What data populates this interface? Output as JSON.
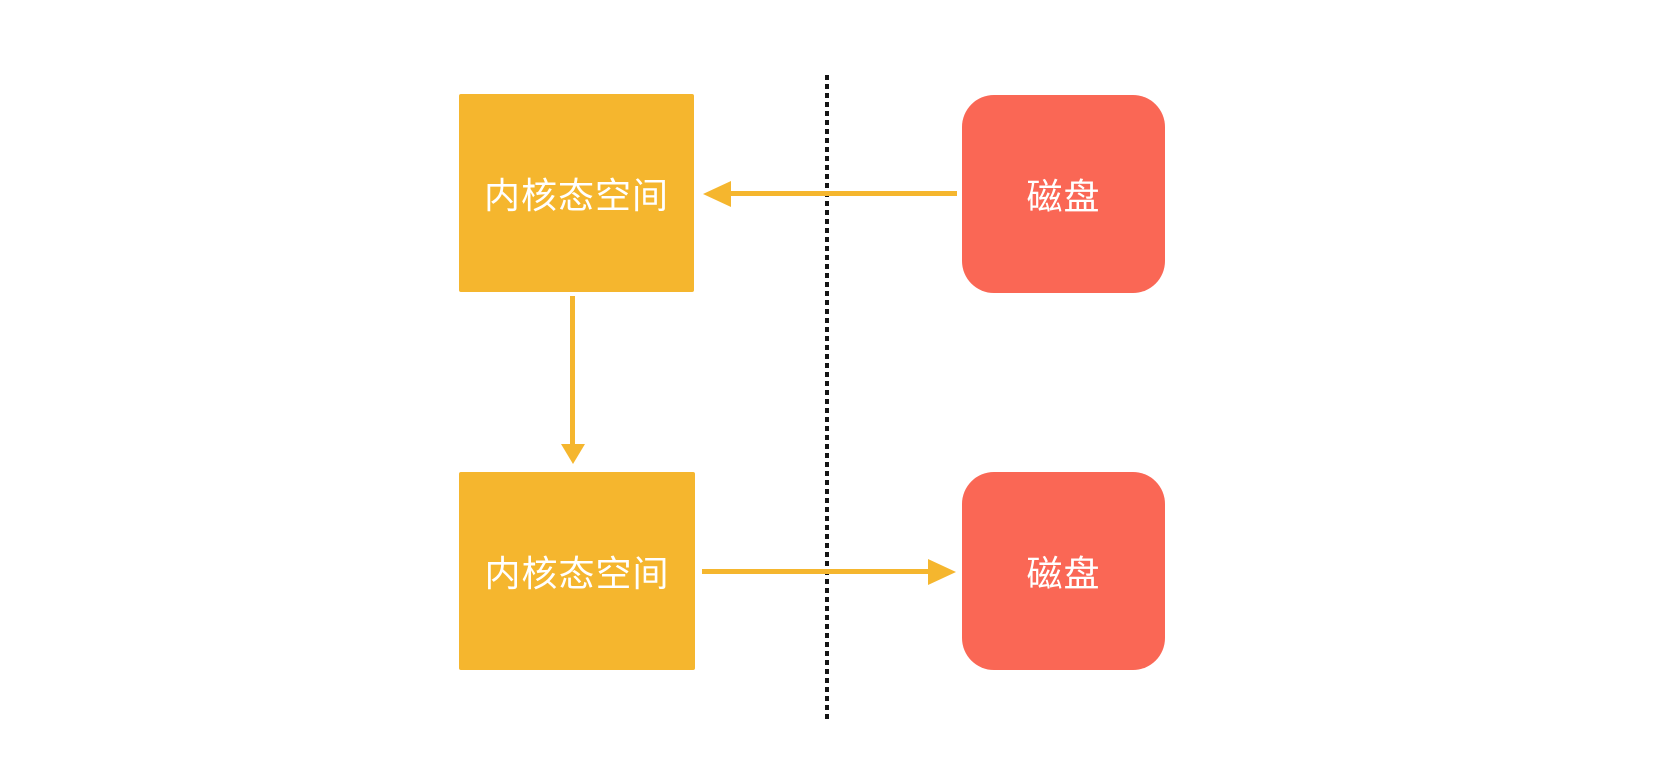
{
  "diagram": {
    "nodes": [
      {
        "id": "kernel-space-top",
        "label": "内核态空间",
        "type": "kernel-space"
      },
      {
        "id": "disk-top",
        "label": "磁盘",
        "type": "disk"
      },
      {
        "id": "kernel-space-bottom",
        "label": "内核态空间",
        "type": "kernel-space"
      },
      {
        "id": "disk-bottom",
        "label": "磁盘",
        "type": "disk"
      }
    ],
    "edges": [
      {
        "from": "disk-top",
        "to": "kernel-space-top",
        "direction": "left"
      },
      {
        "from": "kernel-space-top",
        "to": "kernel-space-bottom",
        "direction": "down"
      },
      {
        "from": "kernel-space-bottom",
        "to": "disk-bottom",
        "direction": "right"
      }
    ],
    "divider": {
      "type": "vertical-dotted-line"
    }
  },
  "colors": {
    "background": "#FFFFFF",
    "kernel_space_fill": "#F5B62E",
    "disk_fill": "#FA6755",
    "arrow": "#F5B62E",
    "divider": "#141414",
    "node_text": "#FFFFFF"
  }
}
